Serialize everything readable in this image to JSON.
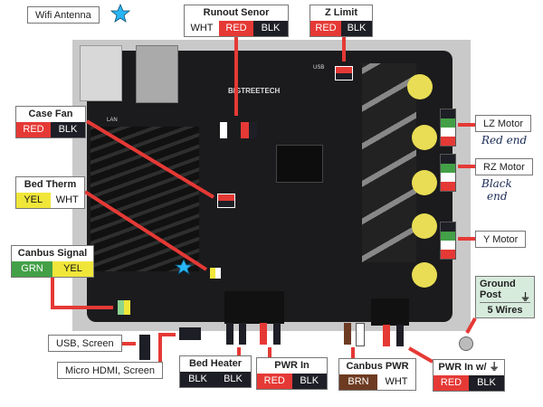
{
  "wifi": {
    "label": "Wifi Antenna"
  },
  "runout": {
    "title": "Runout Senor",
    "wires": [
      "WHT",
      "RED",
      "BLK"
    ]
  },
  "zlimit": {
    "title": "Z Limit",
    "wires": [
      "RED",
      "BLK"
    ]
  },
  "casefan": {
    "title": "Case Fan",
    "wires": [
      "RED",
      "BLK"
    ]
  },
  "bedtherm": {
    "title": "Bed Therm",
    "wires": [
      "YEL",
      "WHT"
    ]
  },
  "canbus_signal": {
    "title": "Canbus Signal",
    "wires": [
      "GRN",
      "YEL"
    ]
  },
  "lz_motor": {
    "label": "LZ Motor",
    "note": "Red end"
  },
  "rz_motor": {
    "label": "RZ Motor",
    "note1": "Black",
    "note2": "end"
  },
  "y_motor": {
    "label": "Y Motor"
  },
  "ground": {
    "title1": "Ground",
    "title2": "Post",
    "wires": "5 Wires"
  },
  "usb": {
    "label": "USB, Screen"
  },
  "hdmi": {
    "label": "Micro HDMI, Screen"
  },
  "bed_heater": {
    "title": "Bed Heater",
    "wires": [
      "BLK",
      "BLK"
    ]
  },
  "pwr_in": {
    "title": "PWR In",
    "wires": [
      "RED",
      "BLK"
    ]
  },
  "canbus_pwr": {
    "title": "Canbus PWR",
    "wires": [
      "BRN",
      "WHT"
    ]
  },
  "pwr_in_ground": {
    "title": "PWR In w/",
    "wires": [
      "RED",
      "BLK"
    ]
  },
  "board": {
    "brand": "BIGTREETECH",
    "lan": "LAN",
    "usb": "USB"
  },
  "colors": {
    "arrow": "#e53935",
    "star": "#29b6f6"
  }
}
